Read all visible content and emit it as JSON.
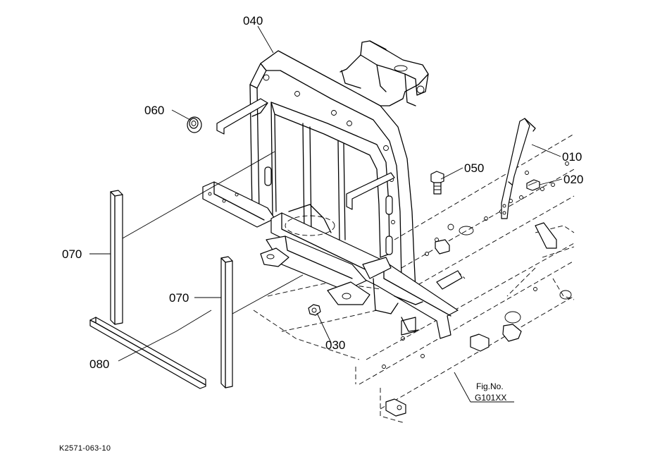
{
  "callouts": {
    "p010": "010",
    "p020": "020",
    "p030": "030",
    "p040": "040",
    "p050": "050",
    "p060": "060",
    "p070a": "070",
    "p070b": "070",
    "p080": "080"
  },
  "figure_ref": {
    "line1": "Fig.No.",
    "line2": "G101XX"
  },
  "drawing_code": "K2571-063-10"
}
